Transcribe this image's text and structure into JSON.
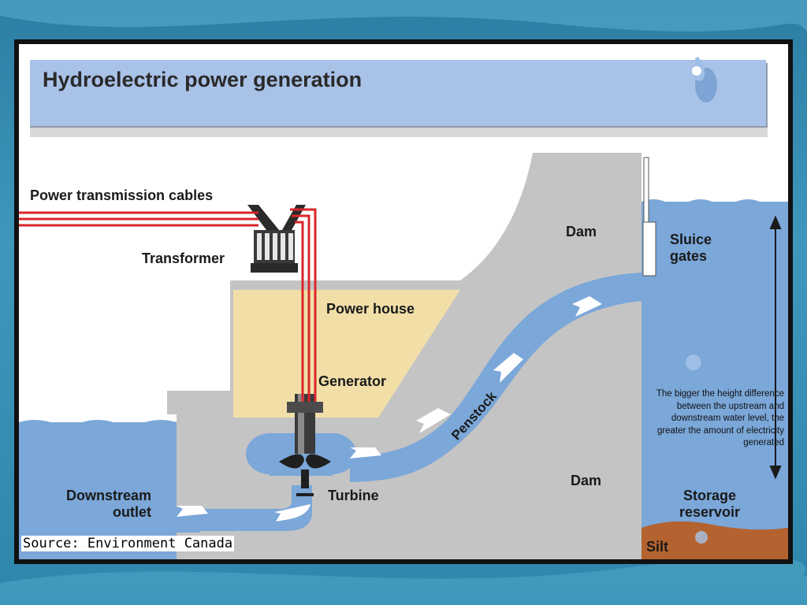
{
  "diagram": {
    "title": "Hydroelectric power generation",
    "labels": {
      "cables": "Power transmission cables",
      "transformer": "Transformer",
      "dam_top": "Dam",
      "sluice": "Sluice\ngates",
      "powerhouse": "Power house",
      "generator": "Generator",
      "penstock": "Penstock",
      "downstream": "Downstream\noutlet",
      "turbine": "Turbine",
      "dam_bottom": "Dam",
      "storage": "Storage\nreservoir",
      "silt": "Silt"
    },
    "note": "The bigger the height difference between the upstream and downstream water level, the greater the amount of electricity generated",
    "source": "Source: Environment Canada"
  },
  "colors": {
    "water": "#7ba7d9",
    "water_dark": "#5f8fc7",
    "title_bar": "#a9c2e8",
    "concrete": "#c4c4c4",
    "powerhouse": "#f2dfa8",
    "cable": "#d9262b",
    "silt": "#b4622f",
    "slide_bg": "#2f86ad"
  }
}
